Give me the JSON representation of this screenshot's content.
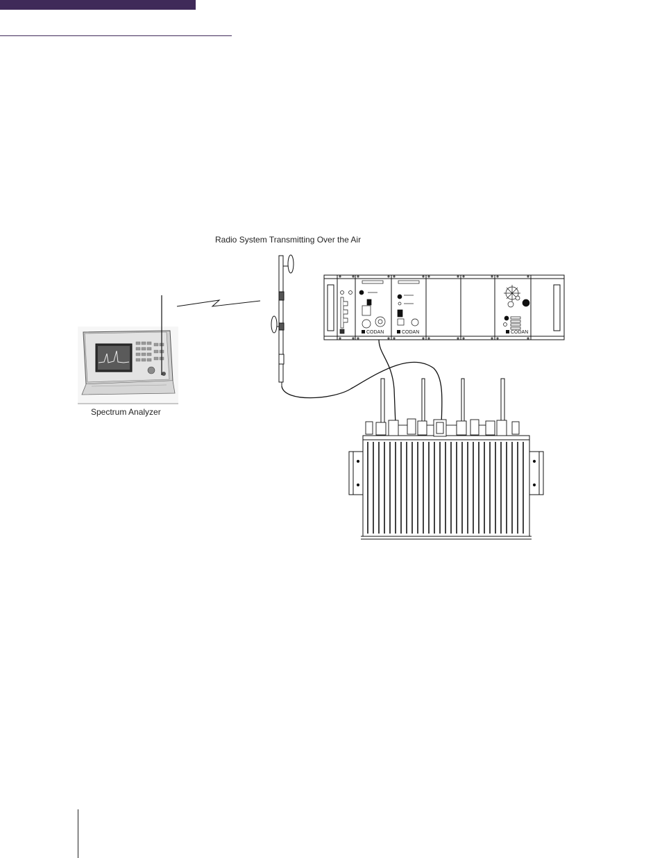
{
  "captions": {
    "radio_system": "Radio System Transmitting Over the Air",
    "spectrum_analyzer": "Spectrum Analyzer"
  },
  "brand_labels": {
    "panel_1": "CODAN",
    "panel_2": "CODAN",
    "panel_3": "CODAN"
  },
  "colors": {
    "header_accent": "#3f2a59",
    "line": "#111111"
  }
}
